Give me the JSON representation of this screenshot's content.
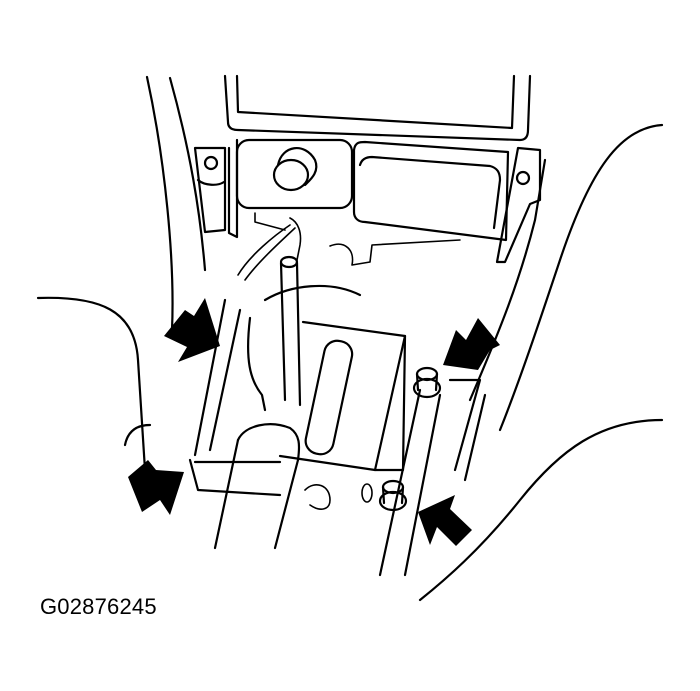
{
  "figure": {
    "id_label": "G02876245",
    "subject": "center console shift lever assembly with fastener locations",
    "callouts": [
      {
        "name": "arrow-upper-left",
        "points_to": "console clip"
      },
      {
        "name": "arrow-lower-left",
        "points_to": "console clip"
      },
      {
        "name": "arrow-upper-right",
        "points_to": "bolt"
      },
      {
        "name": "arrow-lower-right",
        "points_to": "bolt"
      }
    ],
    "colors": {
      "line": "#000000",
      "background": "#ffffff"
    }
  }
}
